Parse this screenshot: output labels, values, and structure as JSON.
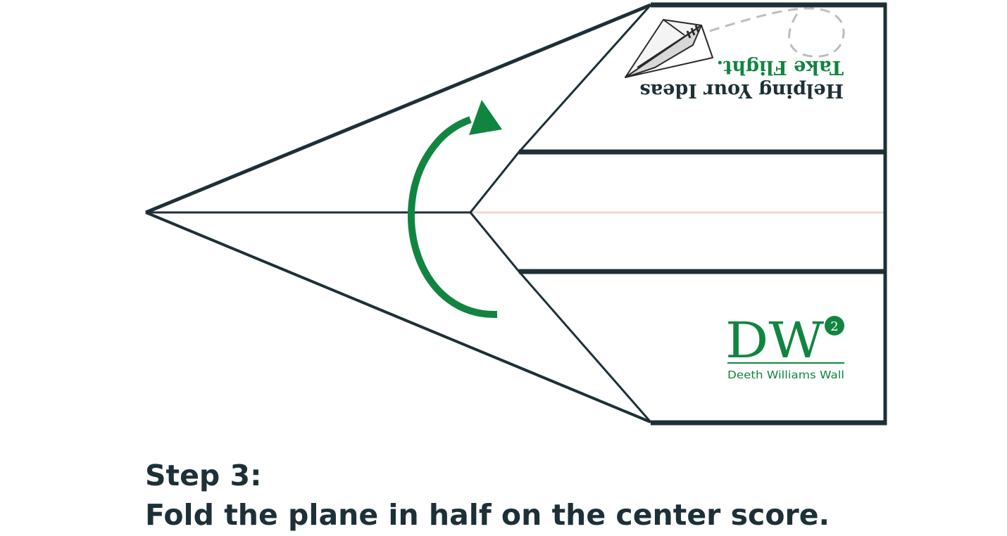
{
  "instruction": {
    "step_label": "Step 3:",
    "step_text": "Fold the plane in half on the center score."
  },
  "wing_print": {
    "tagline_line1": "Helping Your Ideas",
    "tagline_line2": "Take Flight."
  },
  "logo": {
    "monogram": "DW",
    "superscript": "2",
    "company_name": "Deeth Williams Wall"
  },
  "colors": {
    "outline": "#1d3038",
    "brand_green": "#118540",
    "center_score": "#f3d6d3",
    "dash": "#bdbdbd"
  },
  "icons": {
    "fold_direction": "curved-arrow-icon",
    "flight_art": "paper-plane-icon"
  }
}
